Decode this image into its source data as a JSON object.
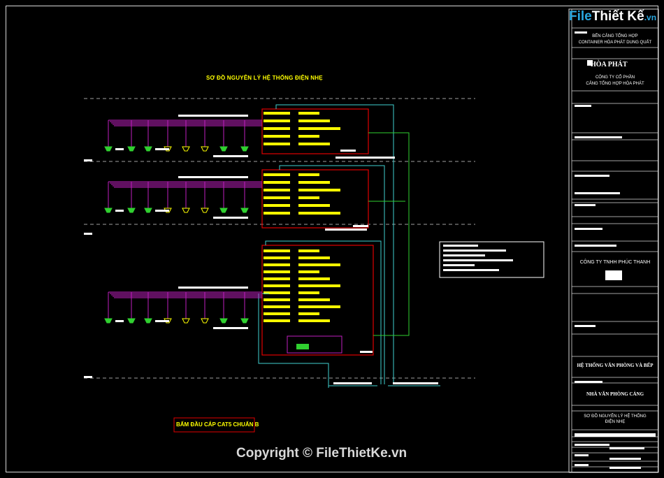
{
  "drawing": {
    "title": "SƠ ĐỒ NGUYÊN LÝ HỆ THỐNG ĐIỆN NHẸ",
    "cable_note": "BẤM ĐẦU CÁP CAT5 CHUẨN B"
  },
  "watermark": {
    "logo_file": "File",
    "logo_thiet": "Thiết Kế",
    "logo_vn": ".vn",
    "copyright": "Copyright © FileThietKe.vn"
  },
  "title_block": {
    "project_line1": "BẾN CẢNG TỔNG HỢP",
    "project_line2": "CONTAINER HÒA PHÁT DUNG QUẤT",
    "owner_logo": "HÒA PHÁT",
    "owner_line1": "CÔNG TY CỔ PHẦN",
    "owner_line2": "CẢNG TỔNG HỢP HÒA PHÁT",
    "designer": "CÔNG TY TNHH PHÚC THANH",
    "system": "HỆ THỐNG VĂN PHÒNG VÀ BẾP",
    "building": "NHÀ VĂN PHÒNG CẢNG",
    "sheet_title_line1": "SƠ ĐỒ NGUYÊN LÝ HỆ THỐNG",
    "sheet_title_line2": "ĐIỆN NHẸ"
  },
  "colors": {
    "frame": "#d8d8d8",
    "magenta": "#c020c0",
    "cyan": "#40d0d0",
    "green": "#30d030",
    "red": "#e00000",
    "yellow": "#ffff00",
    "white": "#ffffff",
    "gray": "#a0a0a0"
  }
}
